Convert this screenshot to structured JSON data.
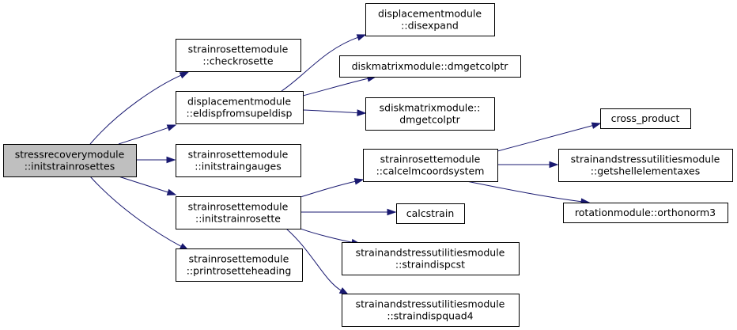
{
  "colors": {
    "edge": "#191970",
    "root_fill": "#bfbfbf",
    "node_fill": "#ffffff",
    "border": "#000000"
  },
  "nodes": [
    {
      "id": "root",
      "lines": [
        "stressrecoverymodule",
        "::initstrainrosettes"
      ],
      "root": true
    },
    {
      "id": "checkrosette",
      "lines": [
        "strainrosettemodule",
        "::checkrosette"
      ]
    },
    {
      "id": "eldisp",
      "lines": [
        "displacementmodule",
        "::eldispfromsupeldisp"
      ]
    },
    {
      "id": "initstraingauges",
      "lines": [
        "strainrosettemodule",
        "::initstraingauges"
      ]
    },
    {
      "id": "initstrainrosette",
      "lines": [
        "strainrosettemodule",
        "::initstrainrosette"
      ]
    },
    {
      "id": "printrosette",
      "lines": [
        "strainrosettemodule",
        "::printrosetteheading"
      ]
    },
    {
      "id": "disexpand",
      "lines": [
        "displacementmodule",
        "::disexpand"
      ]
    },
    {
      "id": "dmgetcolptr",
      "lines": [
        "diskmatrixmodule::dmgetcolptr"
      ]
    },
    {
      "id": "sdmgetcolptr",
      "lines": [
        "sdiskmatrixmodule::",
        "dmgetcolptr"
      ]
    },
    {
      "id": "calcelm",
      "lines": [
        "strainrosettemodule",
        "::calcelmcoordsystem"
      ]
    },
    {
      "id": "calcstrain",
      "lines": [
        "calcstrain"
      ]
    },
    {
      "id": "straindispcst",
      "lines": [
        "strainandstressutilitiesmodule",
        "::straindispcst"
      ]
    },
    {
      "id": "straindispquad4",
      "lines": [
        "strainandstressutilitiesmodule",
        "::straindispquad4"
      ]
    },
    {
      "id": "cross",
      "lines": [
        "cross_product"
      ]
    },
    {
      "id": "getshell",
      "lines": [
        "strainandstressutilitiesmodule",
        "::getshellelementaxes"
      ]
    },
    {
      "id": "orthonorm",
      "lines": [
        "rotationmodule::orthonorm3"
      ]
    }
  ],
  "edges": [
    {
      "from": "root",
      "to": "checkrosette"
    },
    {
      "from": "root",
      "to": "eldisp"
    },
    {
      "from": "root",
      "to": "initstraingauges"
    },
    {
      "from": "root",
      "to": "initstrainrosette"
    },
    {
      "from": "root",
      "to": "printrosette"
    },
    {
      "from": "eldisp",
      "to": "disexpand"
    },
    {
      "from": "eldisp",
      "to": "dmgetcolptr"
    },
    {
      "from": "eldisp",
      "to": "sdmgetcolptr"
    },
    {
      "from": "initstrainrosette",
      "to": "calcelm"
    },
    {
      "from": "initstrainrosette",
      "to": "calcstrain"
    },
    {
      "from": "initstrainrosette",
      "to": "straindispcst"
    },
    {
      "from": "initstrainrosette",
      "to": "straindispquad4"
    },
    {
      "from": "calcelm",
      "to": "cross"
    },
    {
      "from": "calcelm",
      "to": "getshell"
    },
    {
      "from": "calcelm",
      "to": "orthonorm"
    }
  ]
}
